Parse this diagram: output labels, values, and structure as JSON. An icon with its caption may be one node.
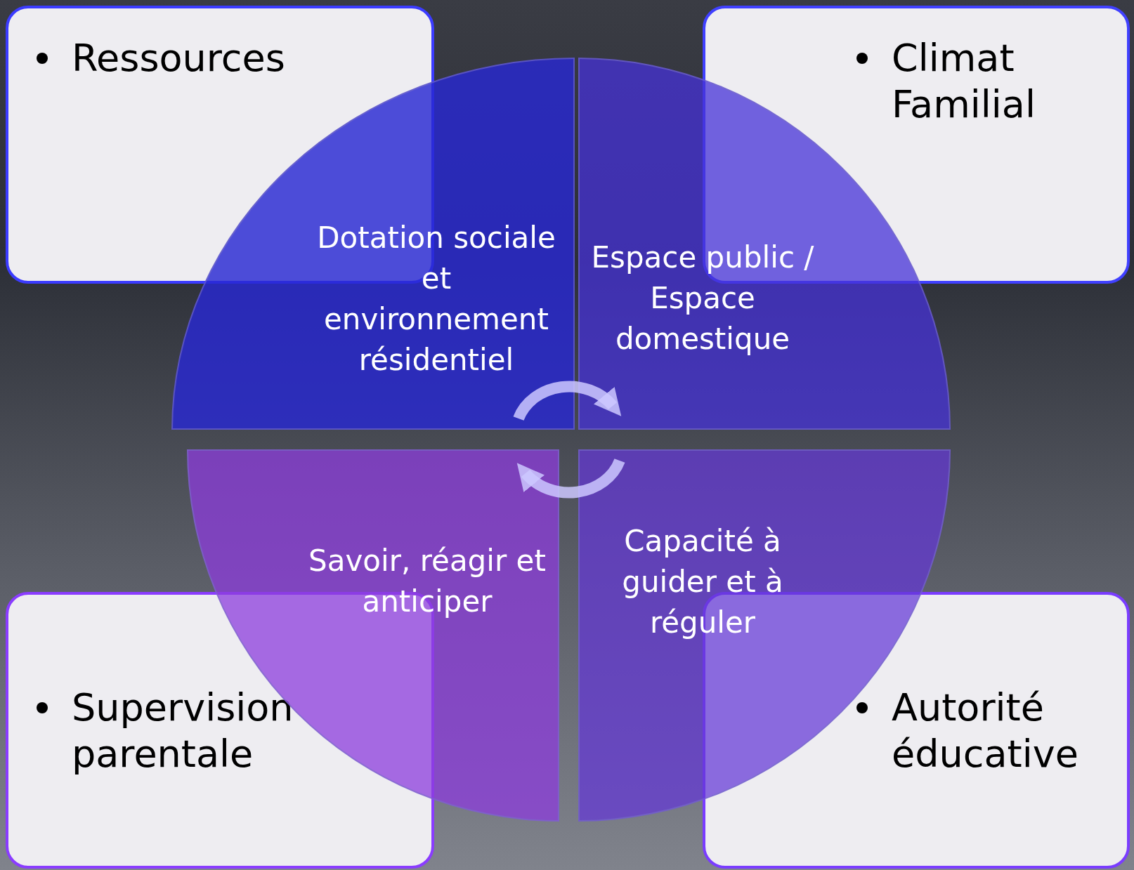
{
  "diagram": {
    "nodes": [
      {
        "text": [
          "Ressources"
        ]
      },
      {
        "text": [
          "Climat Familial"
        ]
      },
      {
        "text": [
          "Supervision parentale"
        ]
      },
      {
        "text": [
          "Autorité éducative"
        ]
      },
      {
        "text": [
          "Dotation sociale et environnement résidentiel"
        ]
      },
      {
        "text": [
          "Espace public / Espace domestique"
        ]
      },
      {
        "text": [
          "Savoir, réagir et anticiper"
        ]
      },
      {
        "text": [
          "Capacité à guider et à réguler"
        ]
      }
    ],
    "edges": [
      {
        "from": 4,
        "to": 5,
        "arrow": "to"
      },
      {
        "from": 7,
        "to": 6,
        "arrow": "to"
      }
    ]
  }
}
